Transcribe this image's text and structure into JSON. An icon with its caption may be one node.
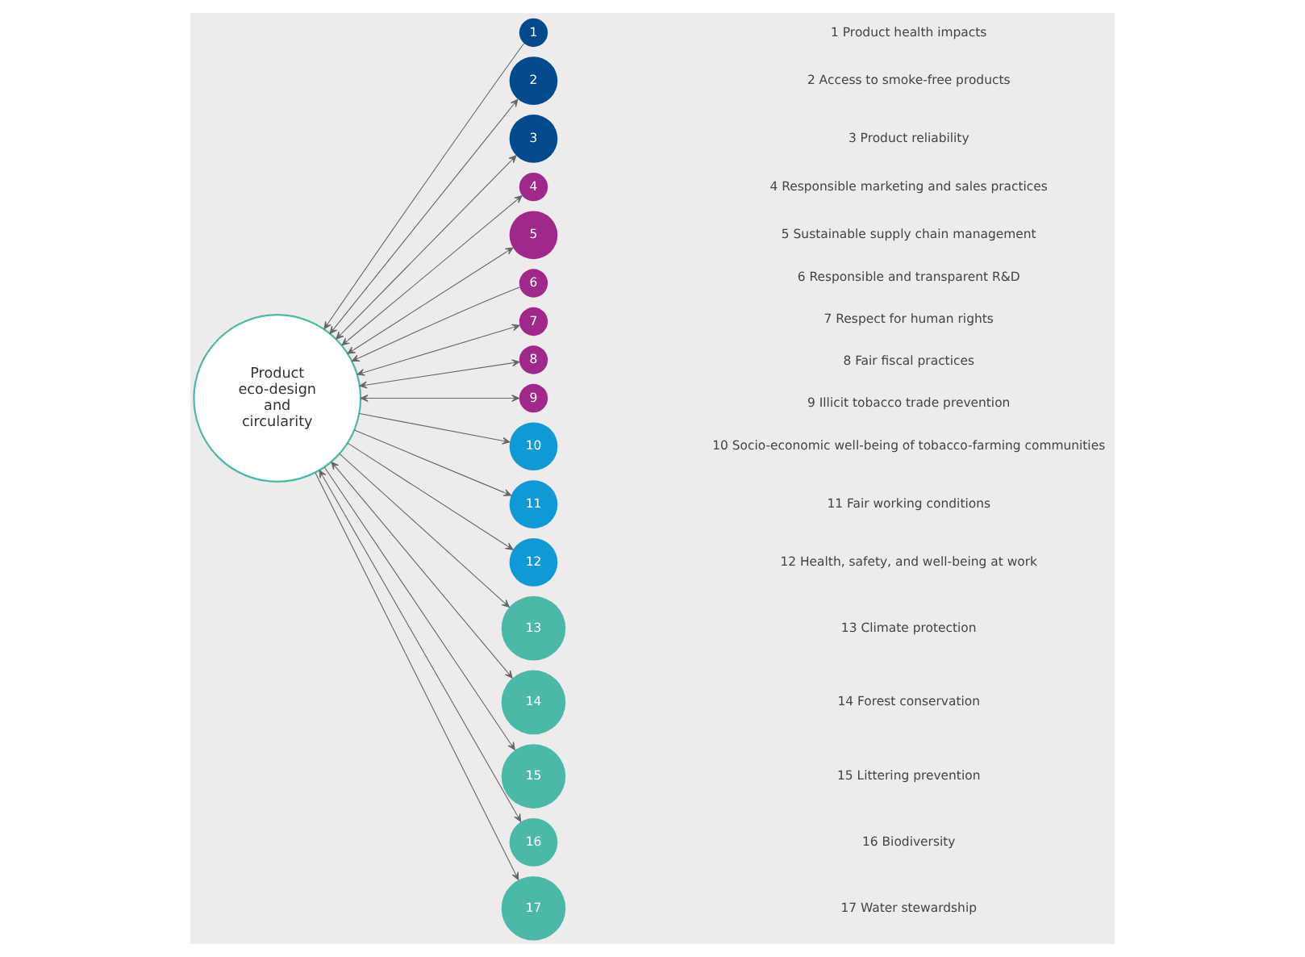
{
  "diagram": {
    "nodes": [
      {
        "text": [
          "Product eco-design and circularity"
        ]
      },
      {
        "text": [
          "1"
        ]
      },
      {
        "text": [
          "2"
        ]
      },
      {
        "text": [
          "3"
        ]
      },
      {
        "text": [
          "4"
        ]
      },
      {
        "text": [
          "5"
        ]
      },
      {
        "text": [
          "6"
        ]
      },
      {
        "text": [
          "7"
        ]
      },
      {
        "text": [
          "8"
        ]
      },
      {
        "text": [
          "9"
        ]
      },
      {
        "text": [
          "10"
        ]
      },
      {
        "text": [
          "11"
        ]
      },
      {
        "text": [
          "12"
        ]
      },
      {
        "text": [
          "13"
        ]
      },
      {
        "text": [
          "14"
        ]
      },
      {
        "text": [
          "15"
        ]
      },
      {
        "text": [
          "16"
        ]
      },
      {
        "text": [
          "17"
        ]
      }
    ],
    "edges": [
      {
        "from": 1,
        "to": 0,
        "arrow": "to"
      },
      {
        "from": 0,
        "to": 2,
        "arrow": "both"
      },
      {
        "from": 0,
        "to": 3,
        "arrow": "both"
      },
      {
        "from": 0,
        "to": 4,
        "arrow": "both"
      },
      {
        "from": 0,
        "to": 5,
        "arrow": "both"
      },
      {
        "from": 6,
        "to": 0,
        "arrow": "to"
      },
      {
        "from": 0,
        "to": 7,
        "arrow": "both"
      },
      {
        "from": 0,
        "to": 8,
        "arrow": "both"
      },
      {
        "from": 0,
        "to": 9,
        "arrow": "both"
      },
      {
        "from": 0,
        "to": 10,
        "arrow": "to"
      },
      {
        "from": 0,
        "to": 11,
        "arrow": "to"
      },
      {
        "from": 0,
        "to": 12,
        "arrow": "to"
      },
      {
        "from": 0,
        "to": 13,
        "arrow": "to"
      },
      {
        "from": 0,
        "to": 14,
        "arrow": "both"
      },
      {
        "from": 0,
        "to": 15,
        "arrow": "to"
      },
      {
        "from": 0,
        "to": 16,
        "arrow": "both"
      },
      {
        "from": 0,
        "to": 17,
        "arrow": "to"
      }
    ],
    "labels": [
      "1 Product health impacts",
      "2 Access to smoke-free products",
      "3 Product reliability",
      "4 Responsible marketing and sales practices",
      "5 Sustainable supply chain management",
      "6 Responsible and transparent R&D",
      "7 Respect for human rights",
      "8 Fair fiscal practices",
      "9 Illicit tobacco trade prevention",
      "10 Socio-economic well-being of tobacco-farming communities",
      "11 Fair working conditions",
      "12 Health, safety, and well-being at work",
      "13 Climate protection",
      "14 Forest conservation",
      "15 Littering prevention",
      "16 Biodiversity",
      "17 Water stewardship"
    ]
  }
}
